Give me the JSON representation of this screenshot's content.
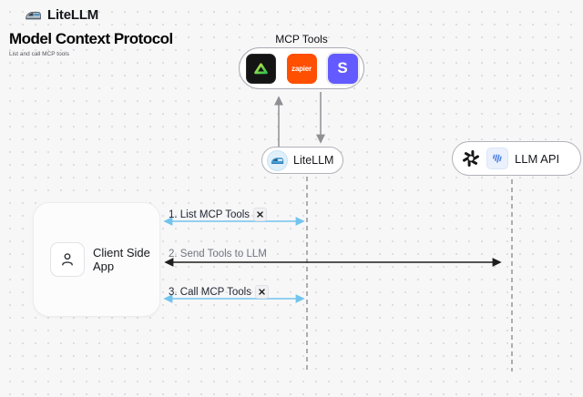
{
  "header": {
    "brand": "LiteLLM",
    "title": "Model Context Protocol",
    "subtitle": "List and call MCP tools"
  },
  "mcp": {
    "label": "MCP Tools",
    "tools": [
      {
        "name": "triangle-logo",
        "style": "dark-square",
        "color": "#141414",
        "glyph_color": "#3ecf52"
      },
      {
        "name": "zapier",
        "label": "zapier",
        "color": "#ff4f00"
      },
      {
        "name": "stripe",
        "label": "S",
        "color": "#635bff"
      }
    ]
  },
  "nodes": {
    "litellm": {
      "label": "LiteLLM",
      "icon": "train-icon"
    },
    "llm_api": {
      "label": "LLM API",
      "icons": [
        "openai-icon",
        "provider-wing-icon"
      ]
    },
    "client": {
      "label": "Client Side App",
      "icon": "person-icon"
    }
  },
  "flows": [
    {
      "step": "1. List MCP Tools",
      "tools_icon": true,
      "arrow_color": "#72c4ee",
      "direction": "bidirectional"
    },
    {
      "step": "2. Send Tools to LLM",
      "tools_icon": false,
      "arrow_color": "#1f1f1f",
      "direction": "bidirectional"
    },
    {
      "step": "3. Call MCP Tools",
      "tools_icon": true,
      "arrow_color": "#72c4ee",
      "direction": "bidirectional"
    }
  ],
  "colors": {
    "background": "#f7f7f8",
    "arrow_blue": "#72c4ee",
    "arrow_dark": "#1f1f1f",
    "arrow_gray": "#8f8f94",
    "dashed_line": "#9a9aa0",
    "zapier_orange": "#ff4f00",
    "stripe_purple": "#635bff",
    "triangle_green": "#3ecf52"
  }
}
